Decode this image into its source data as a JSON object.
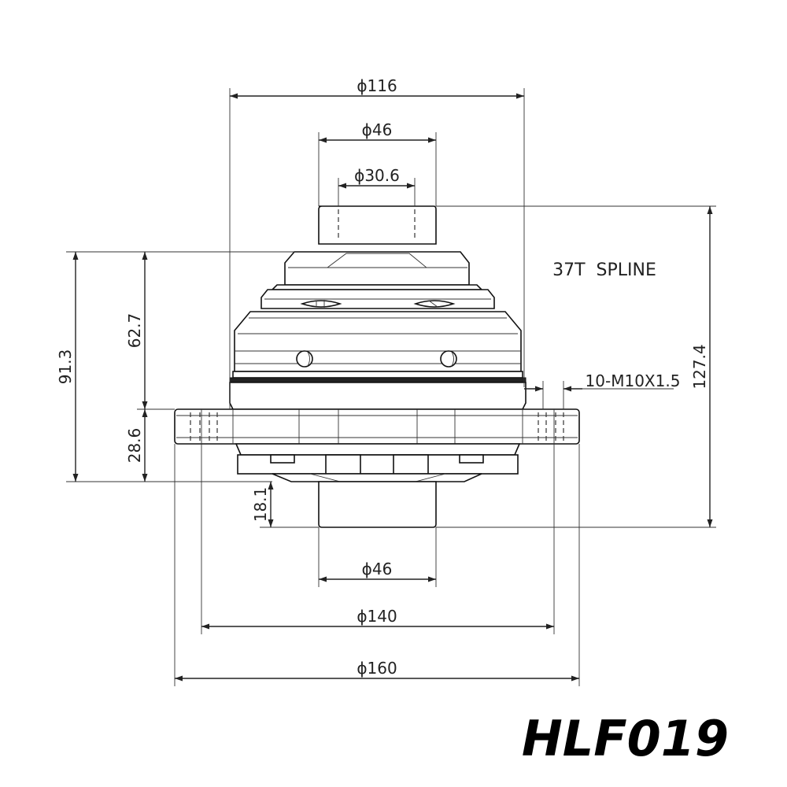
{
  "drawing": {
    "model": "HLF019",
    "note": "37T  SPLINE",
    "thread_note": "10-M10X1.5"
  },
  "dimensions": {
    "d116": "ϕ116",
    "d46_top": "ϕ46",
    "d30_6": "ϕ30.6",
    "d46_bottom": "ϕ46",
    "d140": "ϕ140",
    "d160": "ϕ160",
    "h91_3": "91.3",
    "h62_7": "62.7",
    "h28_6": "28.6",
    "h18_1": "18.1",
    "h127_4": "127.4"
  }
}
